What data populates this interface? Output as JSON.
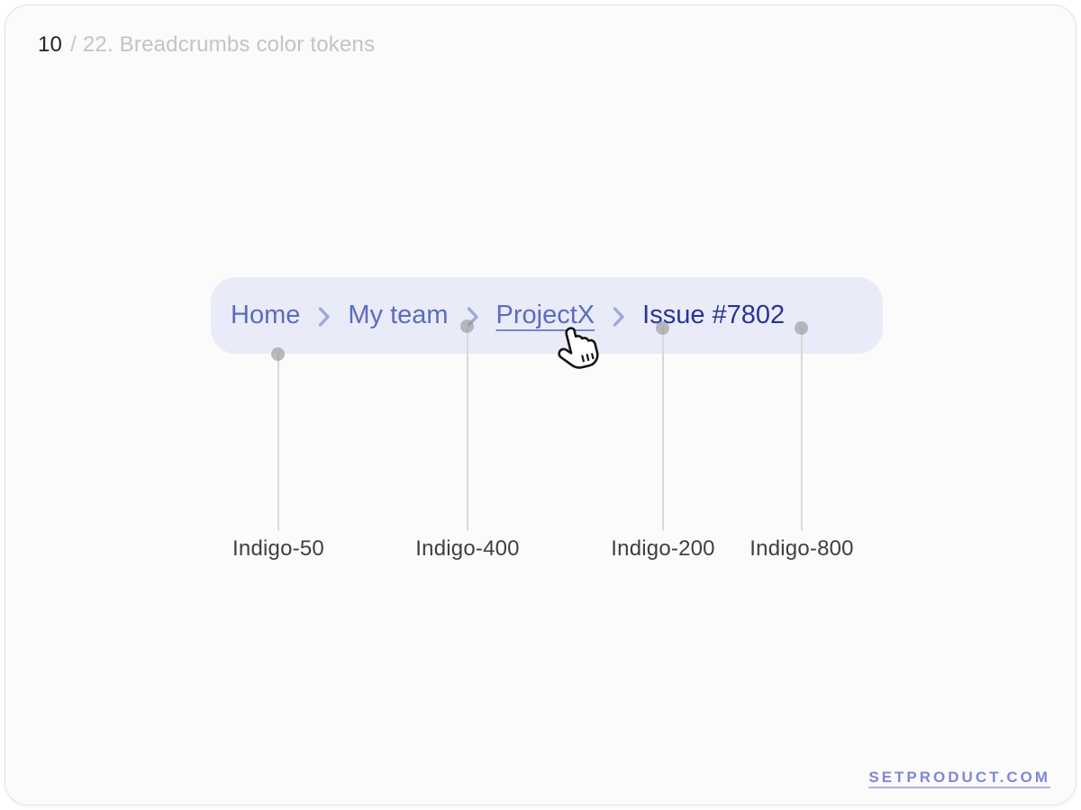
{
  "page": {
    "slide_number": "10",
    "slide_title_rest": "/ 22. Breadcrumbs color tokens"
  },
  "breadcrumbs": {
    "items": [
      {
        "label": "Home",
        "type": "link",
        "token": "Indigo-400"
      },
      {
        "label": "My team",
        "type": "link",
        "token": "Indigo-400"
      },
      {
        "label": "ProjectX",
        "type": "link-hovered",
        "token": "Indigo-400"
      },
      {
        "label": "Issue #7802",
        "type": "current",
        "token": "Indigo-800"
      }
    ],
    "separator_icon": "chevron-right-icon",
    "separator_token": "Indigo-200",
    "container_token": "Indigo-50",
    "cursor_icon": "pointer-hand-cursor"
  },
  "annotations": [
    {
      "label": "Indigo-50",
      "points_to": "breadcrumbs container background"
    },
    {
      "label": "Indigo-400",
      "points_to": "link text color"
    },
    {
      "label": "Indigo-200",
      "points_to": "separator chevron color"
    },
    {
      "label": "Indigo-800",
      "points_to": "current page text color"
    }
  ],
  "colors": {
    "indigo_50": "#e9ebf9",
    "indigo_200": "#9fa8da",
    "indigo_400": "#5c6bc0",
    "indigo_800": "#283593"
  },
  "footer": {
    "link_label": "SETPRODUCT.COM"
  }
}
